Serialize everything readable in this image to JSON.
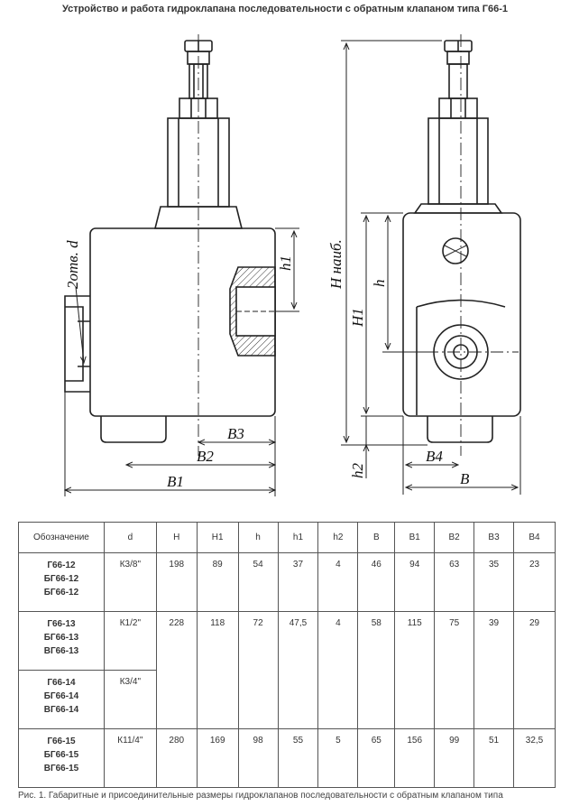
{
  "title": "Устройство и работа гидроклапана последовательности с обратным клапаном типа Г66-1",
  "drawing": {
    "labels": {
      "thread": "2отв. d",
      "h1": "h1",
      "h": "h",
      "H1": "H1",
      "H": "H наиб.",
      "h2": "h2",
      "B": "B",
      "B1": "B1",
      "B2": "B2",
      "B3": "B3",
      "B4": "B4"
    }
  },
  "table": {
    "headers": [
      "Обозначение",
      "d",
      "H",
      "H1",
      "h",
      "h1",
      "h2",
      "B",
      "B1",
      "B2",
      "B3",
      "B4"
    ],
    "rows": [
      {
        "names": [
          "Г66-12",
          "БГ66-12",
          "БГ66-12"
        ],
        "d": "К3/8\"",
        "H": "198",
        "H1": "89",
        "h": "54",
        "h1": "37",
        "h2": "4",
        "B": "46",
        "B1": "94",
        "B2": "63",
        "B3": "35",
        "B4": "23"
      },
      {
        "names": [
          "Г66-13",
          "БГ66-13",
          "ВГ66-13"
        ],
        "d": "К1/2\"",
        "H": "228",
        "H1": "118",
        "h": "72",
        "h1": "47,5",
        "h2": "4",
        "B": "58",
        "B1": "115",
        "B2": "75",
        "B3": "39",
        "B4": "29"
      },
      {
        "names": [
          "Г66-14",
          "БГ66-14",
          "ВГ66-14"
        ],
        "d": "К3/4\""
      },
      {
        "names": [
          "Г66-15",
          "БГ66-15",
          "ВГ66-15"
        ],
        "d": "К11/4\"",
        "H": "280",
        "H1": "169",
        "h": "98",
        "h1": "55",
        "h2": "5",
        "B": "65",
        "B1": "156",
        "B2": "99",
        "B3": "51",
        "B4": "32,5"
      }
    ]
  },
  "caption": "Рис. 1. Габаритные и присоединительные размеры гидроклапанов последовательности с обратным клапаном типа"
}
